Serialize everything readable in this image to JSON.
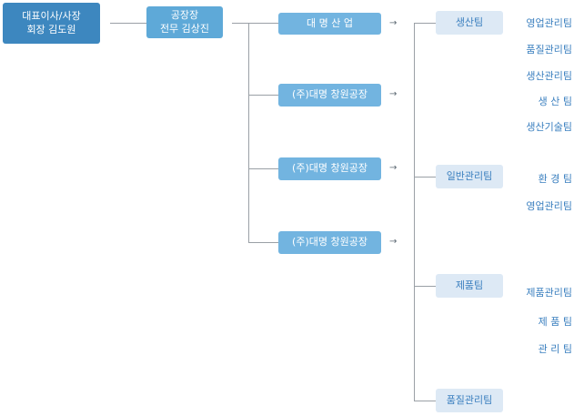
{
  "ceo": {
    "line1": "대표이사/사장",
    "line2": "회장 김도원"
  },
  "director": {
    "line1": "공장장",
    "line2": "전무 김상진"
  },
  "companies": [
    "대 명 산 업",
    "(주)대명 창원공장",
    "(주)대명 창원공장",
    "(주)대명 창원공장"
  ],
  "arrow_glyph": "→",
  "teams": [
    "생산팀",
    "일반관리팀",
    "제품팀",
    "품질관리팀"
  ],
  "subteams": {
    "production": [
      "영업관리팀",
      "품질관리팀",
      "생산관리팀",
      "생 산 팀",
      "생산기술팀"
    ],
    "general": [
      "환 경 팀",
      "영업관리팀"
    ],
    "product": [
      "제품관리팀",
      "제 품 팀",
      "관 리 팀"
    ]
  }
}
